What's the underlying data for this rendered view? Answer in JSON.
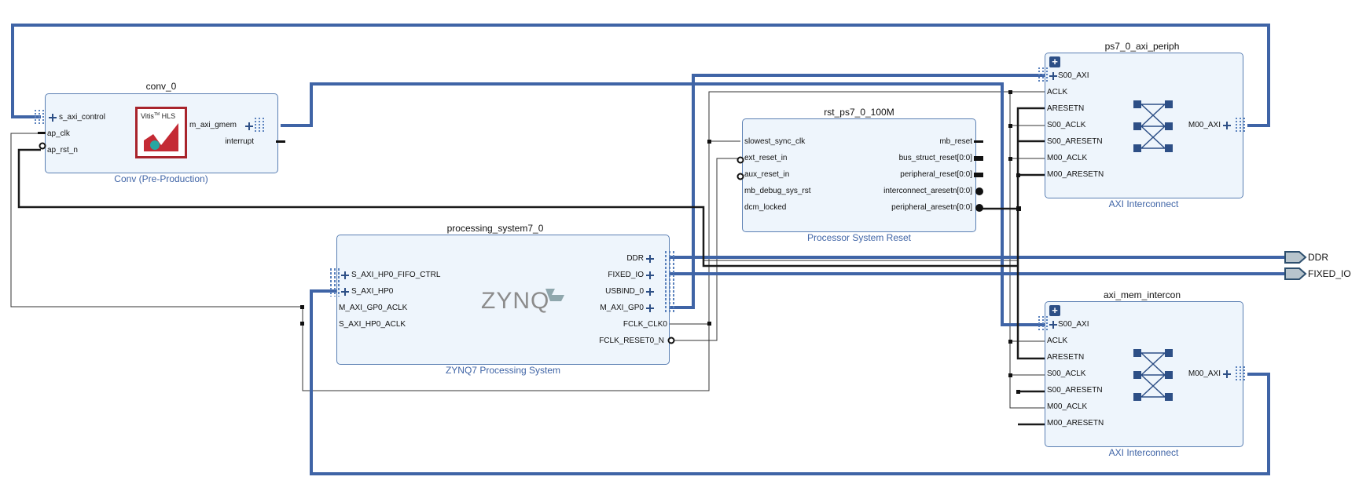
{
  "blocks": {
    "conv": {
      "name": "conv_0",
      "subtitle": "Conv (Pre-Production)",
      "ports_left": [
        "s_axi_control",
        "ap_clk",
        "ap_rst_n"
      ],
      "ports_right": [
        "m_axi_gmem",
        "interrupt"
      ],
      "logo": {
        "line1": "Vitis",
        "tm": "TM",
        "line2": "HLS"
      }
    },
    "ps7": {
      "name": "processing_system7_0",
      "subtitle": "ZYNQ7 Processing System",
      "ports_left": [
        "S_AXI_HP0_FIFO_CTRL",
        "S_AXI_HP0",
        "M_AXI_GP0_ACLK",
        "S_AXI_HP0_ACLK"
      ],
      "ports_right": [
        "DDR",
        "FIXED_IO",
        "USBIND_0",
        "M_AXI_GP0",
        "FCLK_CLK0",
        "FCLK_RESET0_N"
      ],
      "logo_text": "ZYNQ"
    },
    "rst": {
      "name": "rst_ps7_0_100M",
      "subtitle": "Processor System Reset",
      "ports_left": [
        "slowest_sync_clk",
        "ext_reset_in",
        "aux_reset_in",
        "mb_debug_sys_rst",
        "dcm_locked"
      ],
      "ports_right": [
        "mb_reset",
        "bus_struct_reset[0:0]",
        "peripheral_reset[0:0]",
        "interconnect_aresetn[0:0]",
        "peripheral_aresetn[0:0]"
      ]
    },
    "periph": {
      "name": "ps7_0_axi_periph",
      "subtitle": "AXI Interconnect",
      "ports_left": [
        "S00_AXI",
        "ACLK",
        "ARESETN",
        "S00_ACLK",
        "S00_ARESETN",
        "M00_ACLK",
        "M00_ARESETN"
      ],
      "ports_right": [
        "M00_AXI"
      ],
      "expand_icon": "plus-icon"
    },
    "mem": {
      "name": "axi_mem_intercon",
      "subtitle": "AXI Interconnect",
      "ports_left": [
        "S00_AXI",
        "ACLK",
        "ARESETN",
        "S00_ACLK",
        "S00_ARESETN",
        "M00_ACLK",
        "M00_ARESETN"
      ],
      "ports_right": [
        "M00_AXI"
      ],
      "expand_icon": "plus-icon"
    }
  },
  "external_ports": [
    "DDR",
    "FIXED_IO"
  ],
  "colors": {
    "block_fill": "#eef5fc",
    "block_border": "#5a7fb3",
    "bus_wire": "#3f64a6",
    "signal_wire": "#1a1a1a",
    "subtitle": "#3f64a6",
    "hls_border": "#a8242c"
  }
}
